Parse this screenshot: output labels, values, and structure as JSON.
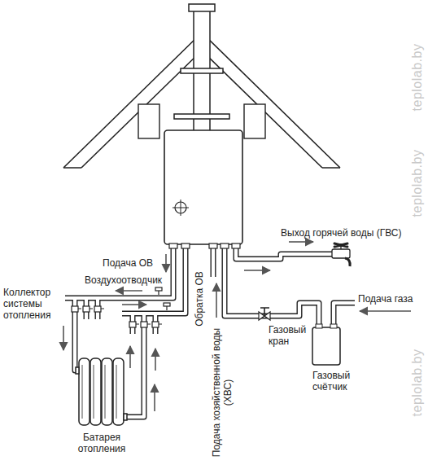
{
  "diagram": {
    "labels": [
      "Выход горячей воды (ГВС)",
      "Подача ОВ",
      "Воздухоотводчик",
      "Коллектор системы отопления",
      "Обратка ОВ",
      "Подача хозяйственной воды (ХВС)",
      "Газовый кран",
      "Газовый счётчик",
      "Подача газа",
      "Батарея отопления",
      "teplolab.by",
      "teplolab.by",
      "teplolab.by"
    ]
  }
}
